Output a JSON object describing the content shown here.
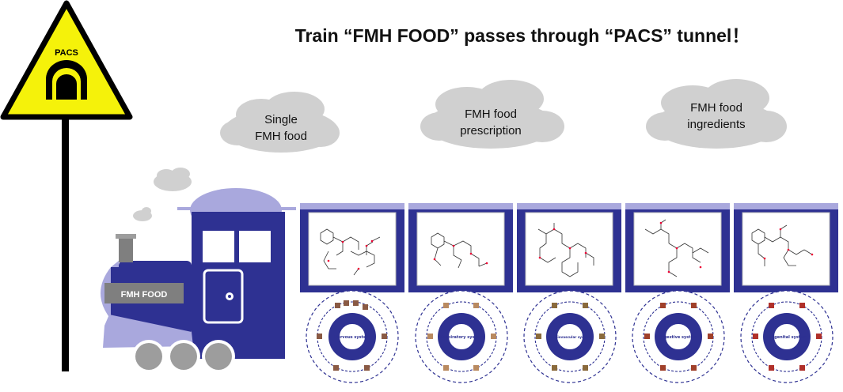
{
  "title": "Train “FMH FOOD” passes through “PACS” tunnel！",
  "sign": {
    "label": "PACS",
    "icon": "tunnel-icon",
    "colors": {
      "fill": "#f5f20a",
      "border": "#000000"
    }
  },
  "clouds": [
    {
      "line1": "Single",
      "line2": "FMH food"
    },
    {
      "line1": "FMH food",
      "line2": "prescription"
    },
    {
      "line1": "FMH food",
      "line2": "ingredients"
    }
  ],
  "locomotive": {
    "label": "FMH FOOD",
    "colors": {
      "body": "#2e3192",
      "accent": "#a9a8dd",
      "wheels": "#9d9d9d"
    }
  },
  "wagons": [
    {
      "icon": "molecule-structure-icon",
      "system": "Nervous system"
    },
    {
      "icon": "molecule-structure-icon",
      "system": "Respiratory system"
    },
    {
      "icon": "molecule-structure-icon",
      "system": "Cardiovascular system"
    },
    {
      "icon": "molecule-structure-icon",
      "system": "Digestive system"
    },
    {
      "icon": "molecule-structure-icon",
      "system": "Urogenital system"
    }
  ]
}
